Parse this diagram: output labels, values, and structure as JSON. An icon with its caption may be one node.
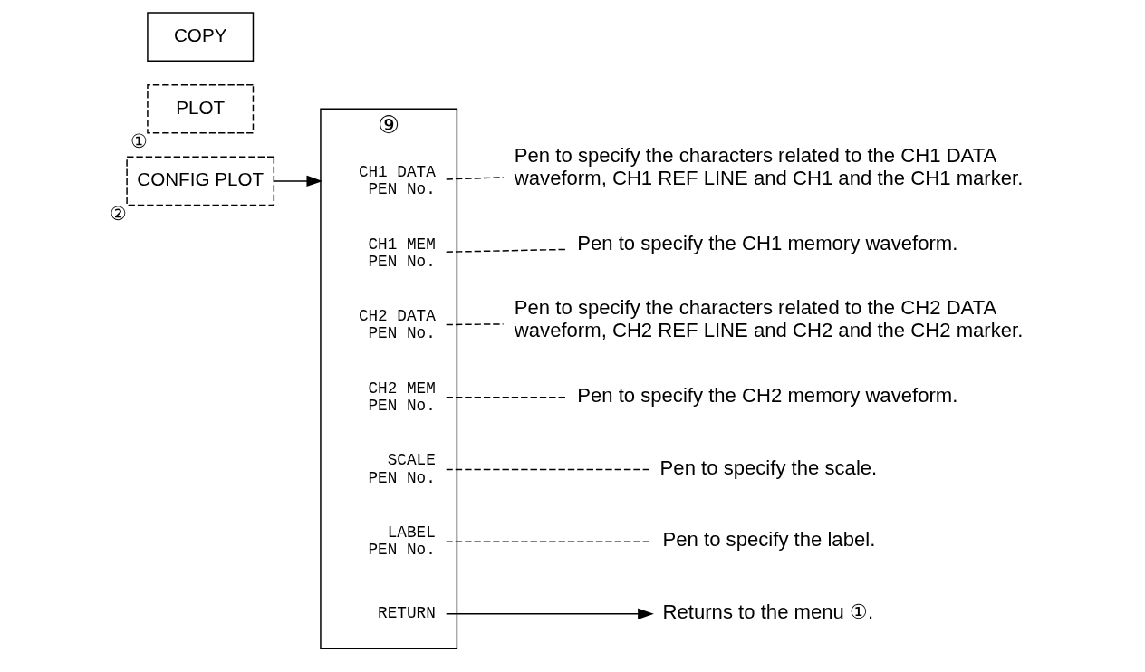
{
  "diagram": {
    "nodes": [
      {
        "text": [
          "COPY"
        ]
      },
      {
        "text": [
          "PLOT"
        ],
        "beside": [
          "①"
        ]
      },
      {
        "text": [
          "CONFIG PLOT"
        ],
        "beside": [
          "②"
        ]
      },
      {
        "text": [
          "⑨"
        ]
      },
      {
        "text": [
          "CH1 DATA PEN No."
        ],
        "in": 3
      },
      {
        "text": [
          "CH1 MEM PEN No."
        ],
        "in": 3
      },
      {
        "text": [
          "CH2 DATA PEN No."
        ],
        "in": 3
      },
      {
        "text": [
          "CH2 MEM PEN No."
        ],
        "in": 3
      },
      {
        "text": [
          "SCALE PEN No."
        ],
        "in": 3
      },
      {
        "text": [
          "LABEL PEN No."
        ],
        "in": 3
      },
      {
        "text": [
          "RETURN"
        ],
        "in": 3
      },
      {
        "text": [
          "Pen to specify the characters related to the CH1 DATA waveform, CH1 REF LINE and CH1 and the CH1 marker."
        ]
      },
      {
        "text": [
          "Pen to specify the CH1 memory waveform."
        ]
      },
      {
        "text": [
          "Pen to specify the characters related to the CH2 DATA waveform, CH2 REF LINE and CH2 and the CH2 marker."
        ]
      },
      {
        "text": [
          "Pen to specify the CH2 memory waveform."
        ]
      },
      {
        "text": [
          "Pen to specify the scale."
        ]
      },
      {
        "text": [
          "Pen to specify the label."
        ]
      },
      {
        "text": [
          "Returns to the menu ①."
        ]
      }
    ],
    "edges": [
      {
        "from": 2,
        "to": 3,
        "arrow": "to"
      },
      {
        "from": 4,
        "to": 11,
        "arrow": "none",
        "style": "dashed"
      },
      {
        "from": 5,
        "to": 12,
        "arrow": "none",
        "style": "dashed"
      },
      {
        "from": 6,
        "to": 13,
        "arrow": "none",
        "style": "dashed"
      },
      {
        "from": 7,
        "to": 14,
        "arrow": "none",
        "style": "dashed"
      },
      {
        "from": 8,
        "to": 15,
        "arrow": "none",
        "style": "dashed"
      },
      {
        "from": 9,
        "to": 16,
        "arrow": "none",
        "style": "dashed"
      },
      {
        "from": 10,
        "to": 17,
        "arrow": "to"
      }
    ]
  }
}
